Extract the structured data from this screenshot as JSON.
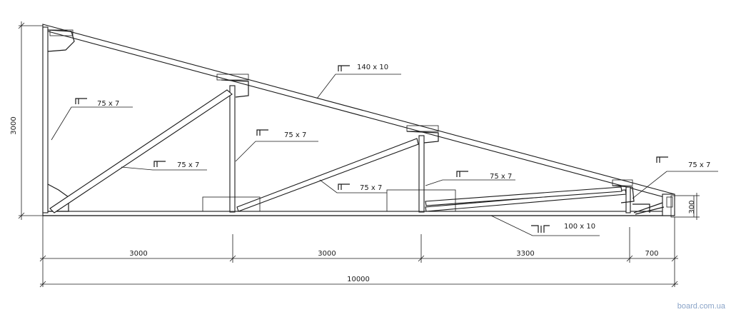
{
  "labels": {
    "top_chord": "140 x 10",
    "left_post": "75 x 7",
    "diag_1": "75 x 7",
    "post_1": "75 x 7",
    "diag_2": "75 x 7",
    "post_2": "75 x 7",
    "right_end": "75 x 7",
    "bottom_chord": "100 x 10"
  },
  "dimensions": {
    "height_left": "3000",
    "height_right": "300",
    "span_1": "3000",
    "span_2": "3000",
    "span_3": "3300",
    "span_4": "700",
    "total": "10000"
  },
  "watermark": "board.com.ua"
}
